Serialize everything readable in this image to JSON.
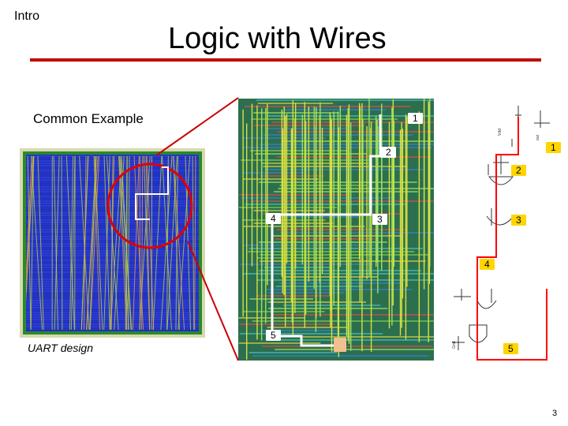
{
  "header": {
    "section": "Intro",
    "title": "Logic with Wires"
  },
  "left": {
    "caption": "Common Example",
    "design_label": "UART design"
  },
  "wire_points": [
    "1",
    "2",
    "3",
    "4",
    "5"
  ],
  "schematic_points": [
    "1",
    "2",
    "3",
    "4",
    "5"
  ],
  "colors": {
    "rule": "#c00000",
    "highlight_circle": "#e00000",
    "connector_lines": "#cc0000",
    "wire_path": "#ffffff",
    "schematic_path": "#ff0000",
    "tag_fill": "#ffd500"
  },
  "footer": {
    "slide_number": "3"
  }
}
